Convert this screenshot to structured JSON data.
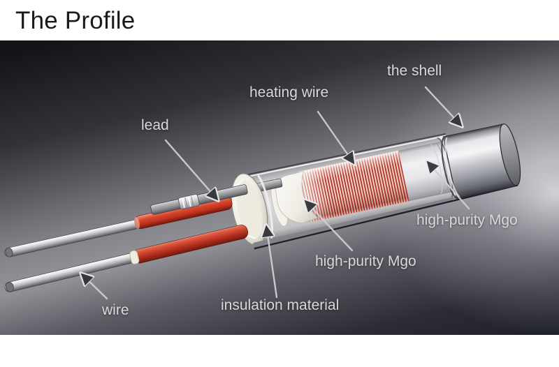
{
  "title": "The Profile",
  "photo": {
    "description": "Cutaway illustration of a cartridge heating element",
    "labels": {
      "shell": "the shell",
      "heating_wire": "heating wire",
      "lead": "lead",
      "mgo_right": "high-purity Mgo",
      "mgo_left": "high-purity Mgo",
      "insulation": "insulation material",
      "wire": "wire"
    },
    "colors": {
      "coil_red": "#b5382c",
      "wire_insulation_red": "#c63a28",
      "mgo_white": "#efede6",
      "shell_silver": "#c6c6cc",
      "label_text": "#d9d9db",
      "background_dark": "#1b1d26"
    }
  }
}
